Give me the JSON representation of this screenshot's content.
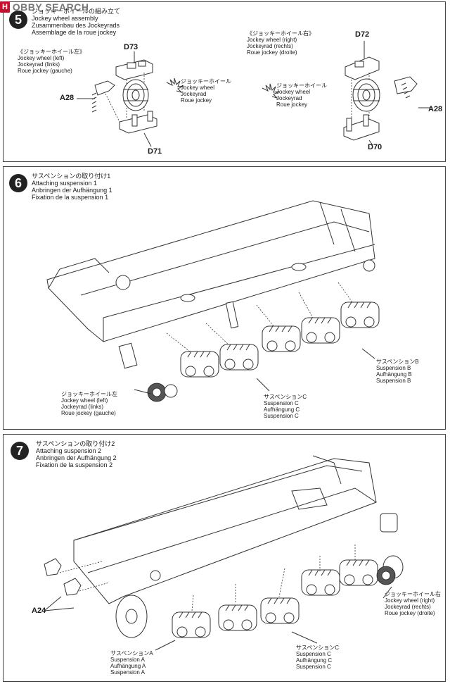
{
  "watermark": {
    "logo": "H",
    "text": "OBBY SEARCH"
  },
  "step5": {
    "number": "5",
    "title_jp": "ジョッキーホイールの組み立て",
    "title_en": "Jockey wheel assembly",
    "title_de": "Zusammenbau des Jockeyrads",
    "title_fr": "Assemblage de la roue jockey",
    "left_group": {
      "jp": "《ジョッキーホイール左》",
      "en": "Jockey wheel (left)",
      "de": "Jockeyrad (links)",
      "fr": "Roue jockey (gauche)"
    },
    "right_group": {
      "jp": "《ジョッキーホイール右》",
      "en": "Jockey wheel (right)",
      "de": "Jockeyrad (rechts)",
      "fr": "Roue jockey (droite)"
    },
    "wheel_label": {
      "jp": "ジョッキーホイール",
      "en": "Jockey wheel",
      "de": "Jockeyrad",
      "fr": "Roue jockey"
    },
    "parts": {
      "d73": "D73",
      "a28_left": "A28",
      "d71": "D71",
      "d72": "D72",
      "a28_right": "A28",
      "d70": "D70"
    }
  },
  "step6": {
    "number": "6",
    "title_jp": "サスペンションの取り付け1",
    "title_en": "Attaching suspension 1",
    "title_de": "Anbringen der Aufhängung 1",
    "title_fr": "Fixation de la suspension 1",
    "suspension_b": {
      "jp": "サスペンションB",
      "en": "Suspension B",
      "de": "Aufhängung B",
      "fr": "Suspension B"
    },
    "suspension_c": {
      "jp": "サスペンションC",
      "en": "Suspension C",
      "de": "Aufhängung C",
      "fr": "Suspension C"
    },
    "jockey_left": {
      "jp": "ジョッキーホイール左",
      "en": "Jockey wheel (left)",
      "de": "Jockeyrad (links)",
      "fr": "Roue jockey (gauche)"
    }
  },
  "step7": {
    "number": "7",
    "title_jp": "サスペンションの取り付け2",
    "title_en": "Attaching suspension 2",
    "title_de": "Anbringen der Aufhängung 2",
    "title_fr": "Fixation de la suspension 2",
    "part_a24": "A24",
    "jockey_right": {
      "jp": "ジョッキーホイール右",
      "en": "Jockey wheel (right)",
      "de": "Jockeyrad (rechts)",
      "fr": "Roue jockey (droite)"
    },
    "suspension_a": {
      "jp": "サスペンションA",
      "en": "Suspension A",
      "de": "Aufhängung A",
      "fr": "Suspension A"
    },
    "suspension_c": {
      "jp": "サスペンションC",
      "en": "Suspension C",
      "de": "Aufhängung C",
      "fr": "Suspension C"
    }
  }
}
